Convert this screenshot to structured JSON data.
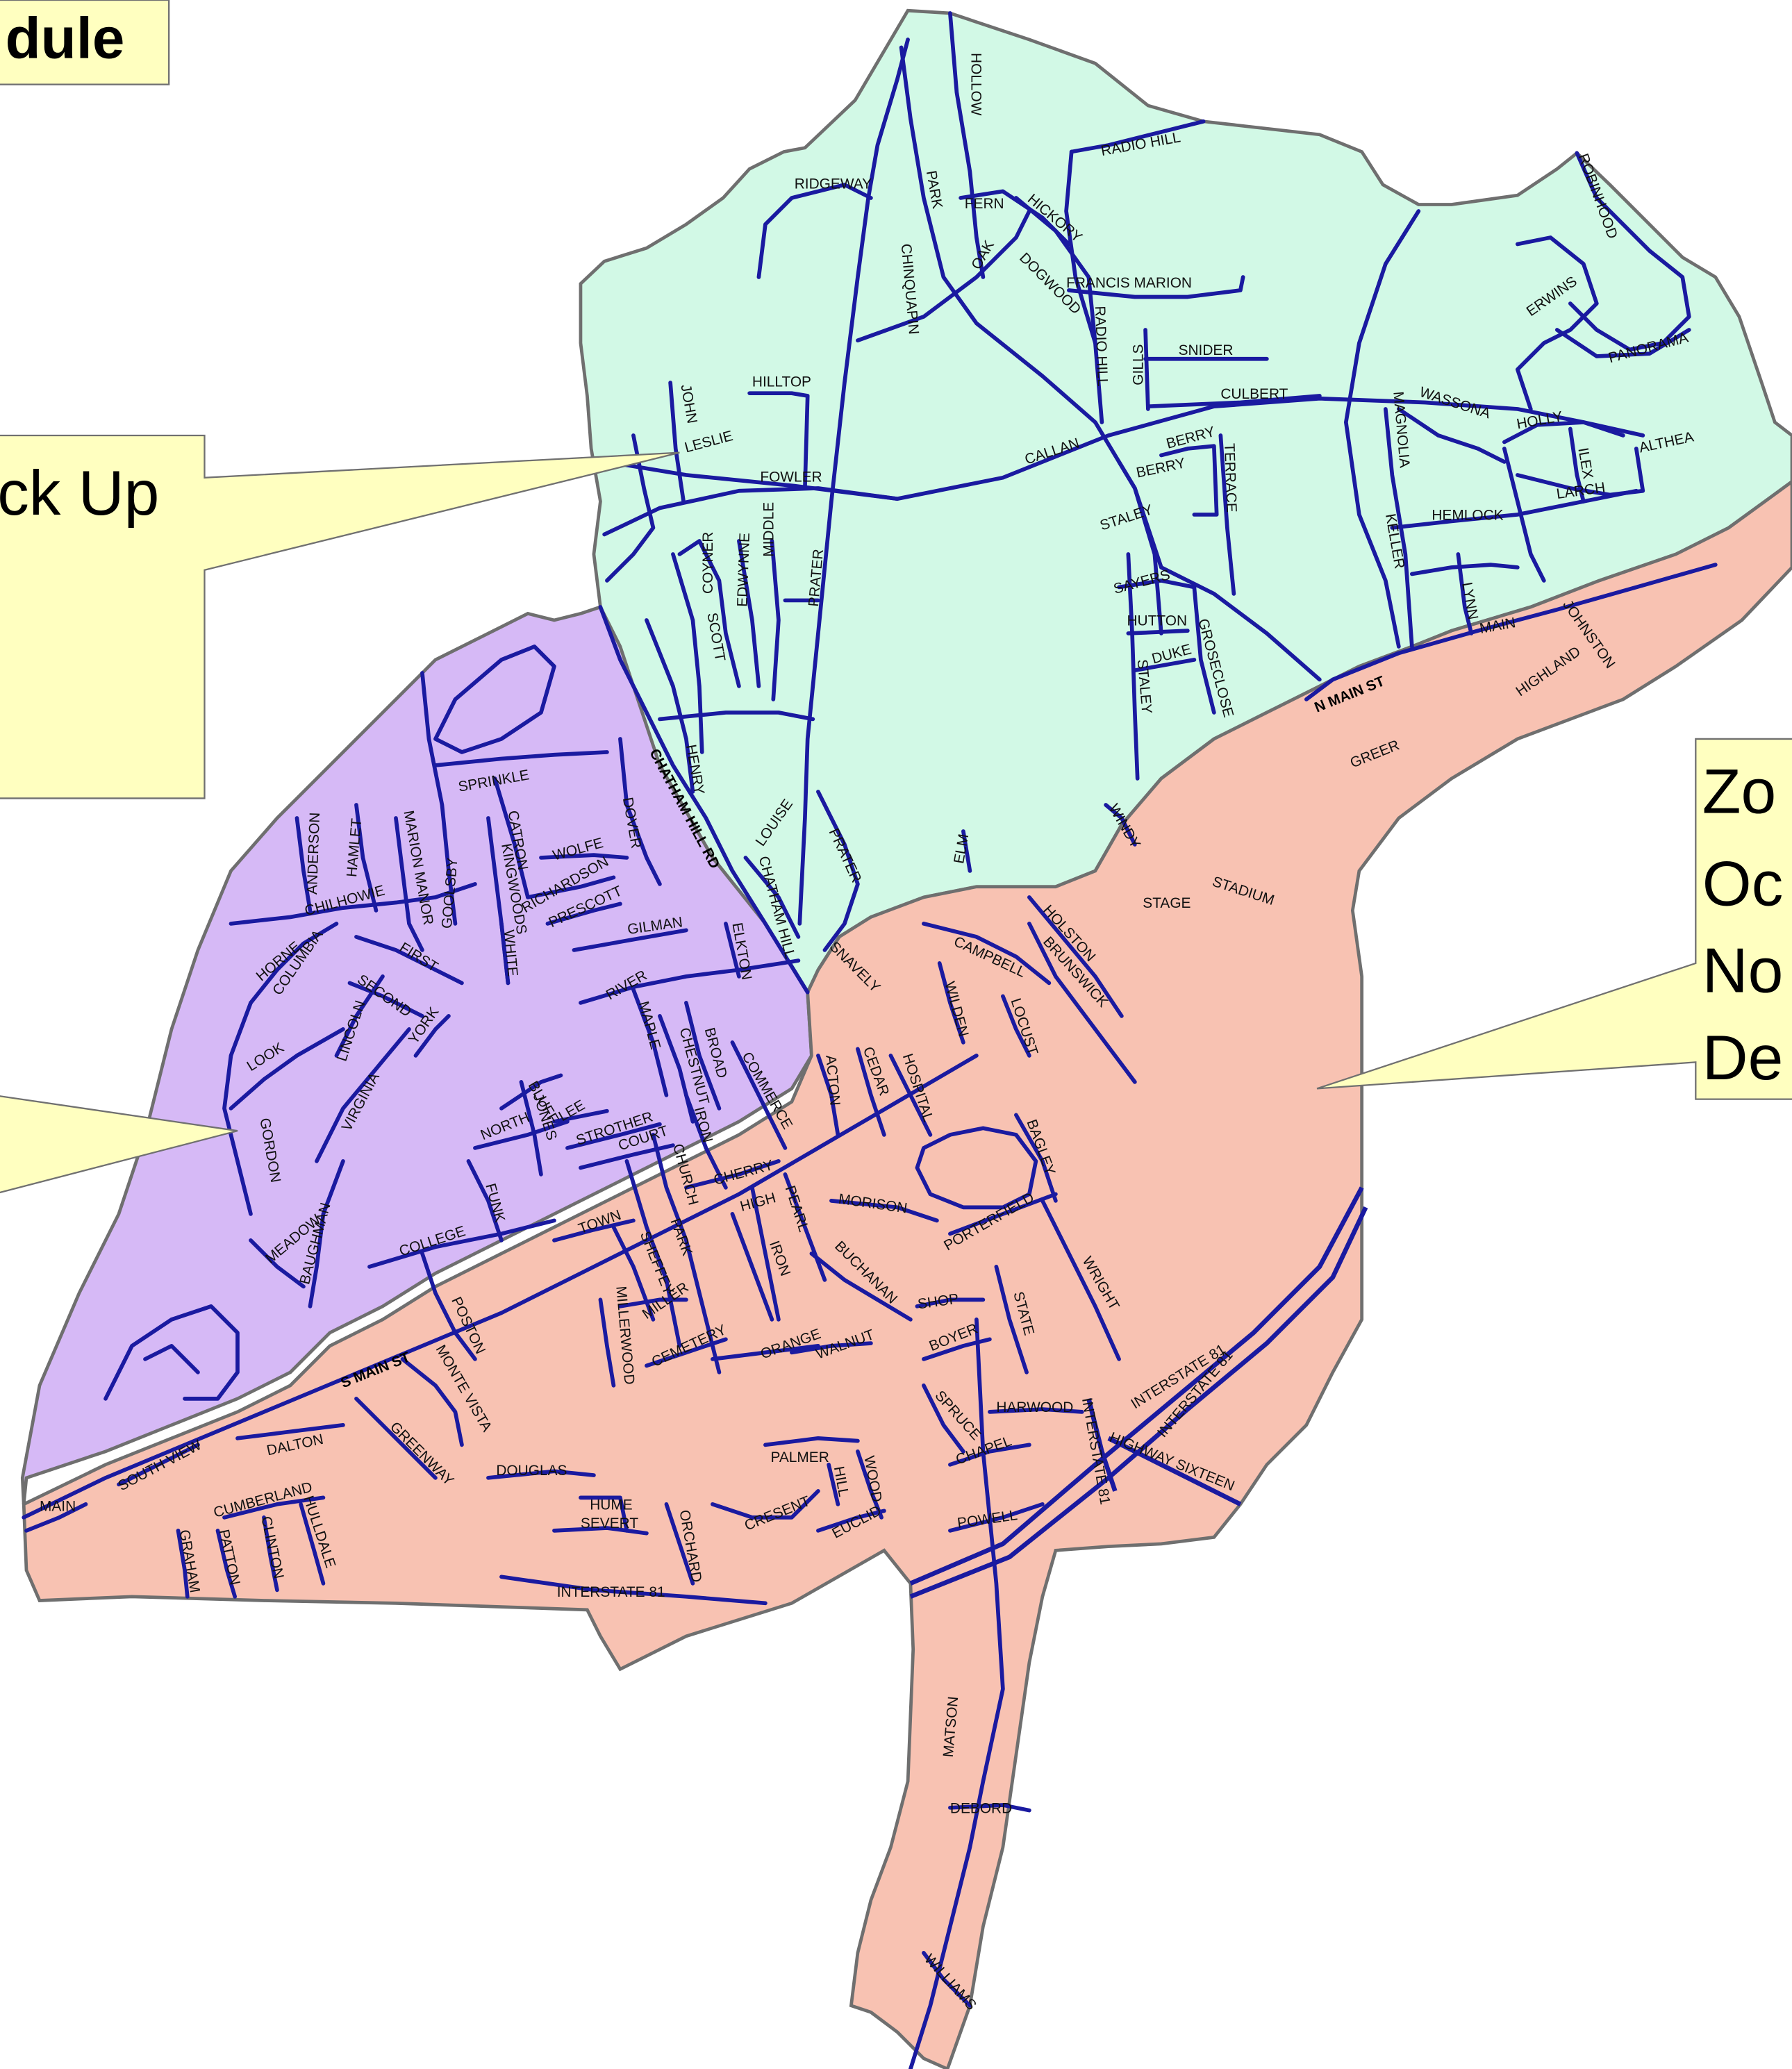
{
  "title": "dule",
  "callouts": [
    {
      "id": "top-left",
      "lines": [
        "ck Up",
        "",
        "",
        ")"
      ]
    },
    {
      "id": "right",
      "lines": [
        "Zo",
        "Oc",
        "No",
        "De"
      ]
    },
    {
      "id": "left",
      "lines": [
        ""
      ]
    }
  ],
  "colors": {
    "zone_north": "#d2f9e6",
    "zone_west": "#d6b9f6",
    "zone_south": "#f8c2b2",
    "callout_fill": "#ffffc0",
    "road": "#1a1aa0"
  },
  "major_streets": [
    "CHATHAM HILL RD",
    "N MAIN ST",
    "S MAIN ST"
  ],
  "streets": [
    "HOLLOW",
    "RADIO HILL",
    "RIDGEWAY",
    "PARK",
    "FERN",
    "HICKORY",
    "ROBINHOOD",
    "OAK",
    "DOGWOOD",
    "FRANCIS MARION",
    "CHINQUAPIN",
    "ERWINS",
    "RADIO HILL",
    "GILLS",
    "SNIDER",
    "PANORAMA",
    "HILLTOP",
    "CULBERT",
    "WASSONA",
    "JOHN",
    "HOLLY",
    "LESLIE",
    "CALLAN",
    "BERRY",
    "ALTHEA",
    "FOWLER",
    "BERRY",
    "MAGNOLIA",
    "ILEX",
    "TERRACE",
    "LARCH",
    "MIDDLE",
    "STALEY",
    "HEMLOCK",
    "COYNER",
    "EDWYNNE",
    "KELLER",
    "PRATER",
    "SAYERS",
    "LYNN",
    "SCOTT",
    "HUTTON",
    "MAIN",
    "JOHNSTON",
    "GROSECLOSE",
    "DUKE",
    "HIGHLAND",
    "STALEY",
    "SPRINKLE",
    "HENRY",
    "GREER",
    "LOUISE",
    "DOVER",
    "CATRON",
    "WOLFE",
    "ANDERSON",
    "HAMLET",
    "MARION MANOR",
    "GOOLSBY",
    "KINGWOODS",
    "PRATER",
    "WINDY",
    "RICHARDSON",
    "ELM",
    "PRESCOTT",
    "STADIUM",
    "CHILHOWIE",
    "STAGE",
    "GILMAN",
    "CHATHAM HILL",
    "HOLSTON",
    "HORNE",
    "COLUMBIA",
    "FIRST",
    "WHITE",
    "ELKTON",
    "BRUNSWICK",
    "SNAVELY",
    "CAMPBELL",
    "SECOND",
    "RIVER",
    "LINCOLN",
    "MAPLE",
    "WILDEN",
    "LOCUST",
    "BROAD",
    "CHESTNUT",
    "YORK",
    "LOOK",
    "CEDAR",
    "HOSPITAL",
    "COMMERCE",
    "VIRGINIA",
    "BLUFF",
    "LEE",
    "ACTON",
    "JONES",
    "NORTH",
    "STROTHER",
    "IRON",
    "COURT",
    "BAGLEY",
    "GORDON",
    "CHURCH",
    "CHERRY",
    "FUNK",
    "MORISON",
    "HIGH",
    "PEARL",
    "PORTERFIELD",
    "TOWN",
    "MEADOW",
    "BAUGHMAN",
    "COLLEGE",
    "PARK",
    "SHEFFEY",
    "BUCHANAN",
    "WRIGHT",
    "IRON",
    "MILLERWOOD",
    "MILLER",
    "SHOP",
    "POSTON",
    "STATE",
    "CEMETERY",
    "BOYER",
    "WALNUT",
    "ORANGE",
    "INTERSTATE 81",
    "MONTE VISTA",
    "INTERSTATE 81",
    "HARWOOD",
    "SPRUCE",
    "SOUTH VIEW",
    "DALTON",
    "GREENWAY",
    "CHAPEL",
    "HIGHWAY SIXTEEN",
    "DOUGLAS",
    "PALMER",
    "WOOD",
    "MAIN",
    "CUMBERLAND",
    "HULLDALE",
    "HUME",
    "HILL",
    "INTERSTATE 81",
    "SEVERT",
    "CRESENT",
    "EUCLID",
    "POWELL",
    "CLINTON",
    "ORCHARD",
    "GRAHAM",
    "PATTON",
    "INTERSTATE 81",
    "MATSON",
    "DEBORD",
    "WILLIAMS"
  ]
}
